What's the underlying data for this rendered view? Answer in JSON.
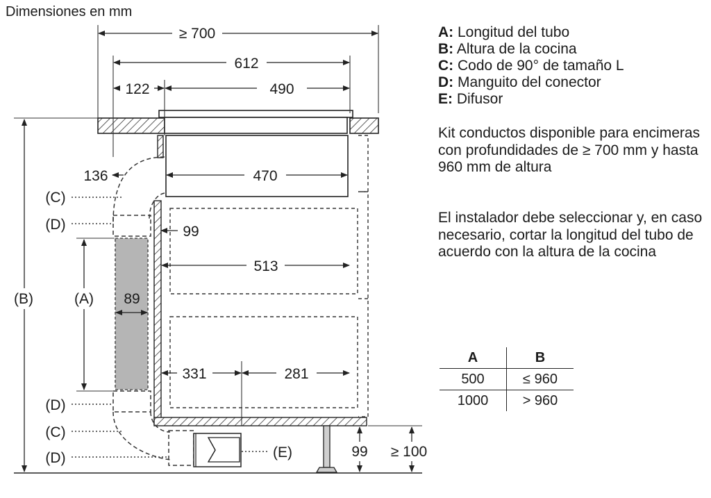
{
  "title": "Dimensiones en mm",
  "legend": [
    {
      "key": "A:",
      "text": " Longitud del tubo"
    },
    {
      "key": "B:",
      "text": " Altura de la cocina"
    },
    {
      "key": "C:",
      "text": " Codo de 90° de tamaño L"
    },
    {
      "key": "D:",
      "text": " Manguito del conector"
    },
    {
      "key": "E:",
      "text": " Difusor"
    }
  ],
  "note1": "Kit conductos disponible para encimeras con profundidades de ≥ 700 mm y hasta 960 mm de altura",
  "note2": "El instalador debe seleccionar y, en caso necesario, cortar la longitud del tubo de acuerdo con la altura de la cocina",
  "table": {
    "headers": [
      "A",
      "B"
    ],
    "rows": [
      [
        "500",
        "≤ 960"
      ],
      [
        "1000",
        "> 960"
      ]
    ]
  },
  "dims": {
    "d700": "≥ 700",
    "d612": "612",
    "d122": "122",
    "d490": "490",
    "d136": "136",
    "d470": "470",
    "d99": "99",
    "d513": "513",
    "d89": "89",
    "d331": "331",
    "d281": "281",
    "d99b": "99",
    "d100": "≥ 100"
  },
  "labels": {
    "C1": "(C)",
    "D1": "(D)",
    "A": "(A)",
    "B": "(B)",
    "D2": "(D)",
    "C2": "(C)",
    "D3": "(D)",
    "E": "(E)"
  }
}
